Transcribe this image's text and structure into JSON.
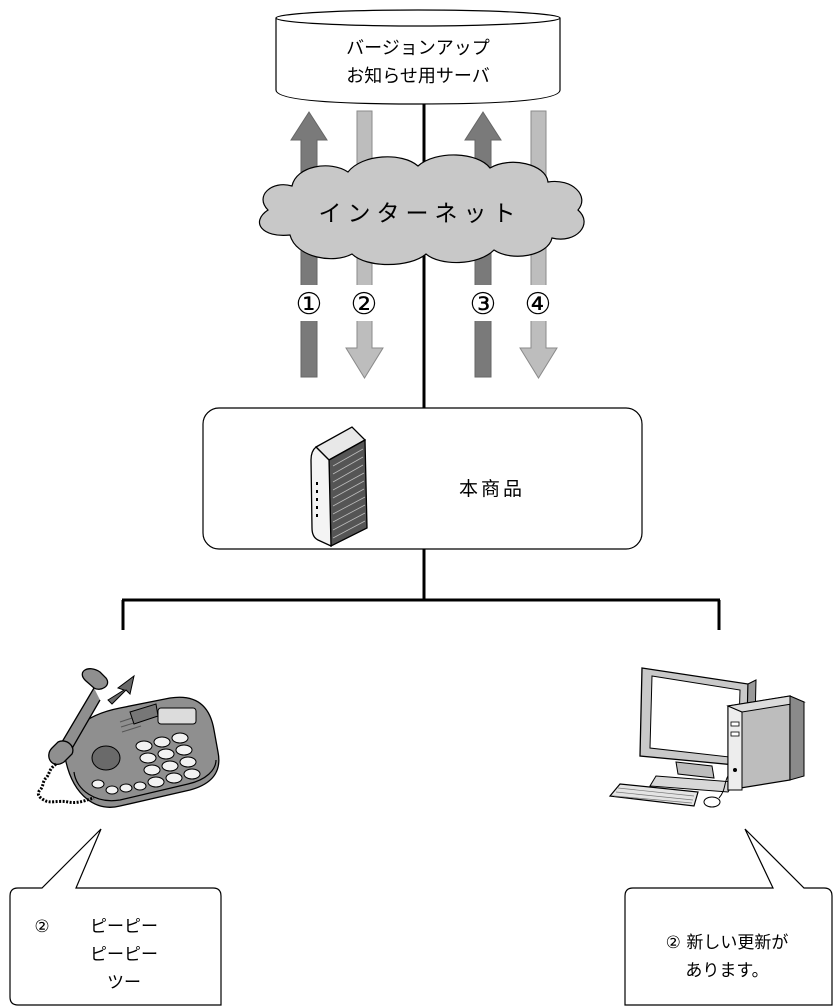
{
  "server": {
    "line1": "バージョンアップ",
    "line2": "お知らせ用サーバ"
  },
  "internet": {
    "label": "インターネット"
  },
  "steps": {
    "s1": "①",
    "s2": "②",
    "s3": "③",
    "s4": "④"
  },
  "product": {
    "label": "本商品"
  },
  "phone_bubble": {
    "marker": "②",
    "line1": "ピーピー",
    "line2": "ピーピー",
    "line3": "ツー"
  },
  "pc_bubble": {
    "line1": "② 新しい更新が",
    "line2": "あります。"
  },
  "colors": {
    "arrow_up": "#7a7a7a",
    "arrow_down": "#bdbdbd",
    "cloud": "#c8c8c8",
    "line": "#000000"
  }
}
